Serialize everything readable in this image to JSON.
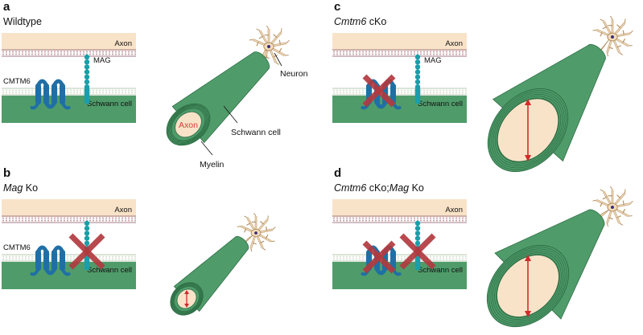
{
  "colors": {
    "axon": "#f9e3c8",
    "axon_stroke": "#e7c89f",
    "membrane_line": "#a57b86",
    "membrane_bead": "#c7a5ad",
    "myelin_line": "#b9c9b3",
    "myelin_bead": "#d9e3d3",
    "schwann": "#4f9c6a",
    "schwann_light": "#63b07c",
    "cmtm6": "#1f6fa6",
    "mag": "#1b9ea9",
    "cross": "#b23a3f",
    "arrow": "#d22b2b",
    "axon_label": "#d4403a",
    "neuron_body": "#f3ddbb",
    "neuron_stroke": "#b79266",
    "nucleus": "#3a2a73"
  },
  "panels": [
    {
      "id": "a",
      "letter": "a",
      "title_parts": [
        {
          "text": "Wildtype",
          "italic": false
        }
      ],
      "axon_label": "Axon",
      "schwann_label": "Schwann cell",
      "cmtm6_label": "CMTM6",
      "mag_label": "MAG",
      "cmtm6_crossed": false,
      "mag_crossed": false
    },
    {
      "id": "b",
      "letter": "b",
      "title_parts": [
        {
          "text": "Mag",
          "italic": true
        },
        {
          "text": " Ko",
          "italic": false
        }
      ],
      "axon_label": "Axon",
      "schwann_label": "Schwann cell",
      "cmtm6_label": "CMTM6",
      "mag_label": "",
      "cmtm6_crossed": false,
      "mag_crossed": true
    },
    {
      "id": "c",
      "letter": "c",
      "title_parts": [
        {
          "text": "Cmtm6",
          "italic": true
        },
        {
          "text": " cKo",
          "italic": false
        }
      ],
      "axon_label": "Axon",
      "schwann_label": "Schwann cell",
      "cmtm6_label": "",
      "mag_label": "MAG",
      "cmtm6_crossed": true,
      "mag_crossed": false
    },
    {
      "id": "d",
      "letter": "d",
      "title_parts": [
        {
          "text": "Cmtm6",
          "italic": true
        },
        {
          "text": " cKo;",
          "italic": false
        },
        {
          "text": "Mag",
          "italic": true
        },
        {
          "text": " Ko",
          "italic": false
        }
      ],
      "axon_label": "Axon",
      "schwann_label": "Schwann cell",
      "cmtm6_label": "",
      "mag_label": "",
      "cmtm6_crossed": true,
      "mag_crossed": true
    }
  ],
  "nerves": {
    "a": {
      "axon_text": "Axon",
      "labels": {
        "neuron": "Neuron",
        "schwann": "Schwann cell",
        "myelin": "Myelin"
      },
      "arrow": "none"
    },
    "b": {
      "arrow": "small"
    },
    "c": {
      "arrow": "large"
    },
    "d": {
      "arrow": "large"
    }
  }
}
